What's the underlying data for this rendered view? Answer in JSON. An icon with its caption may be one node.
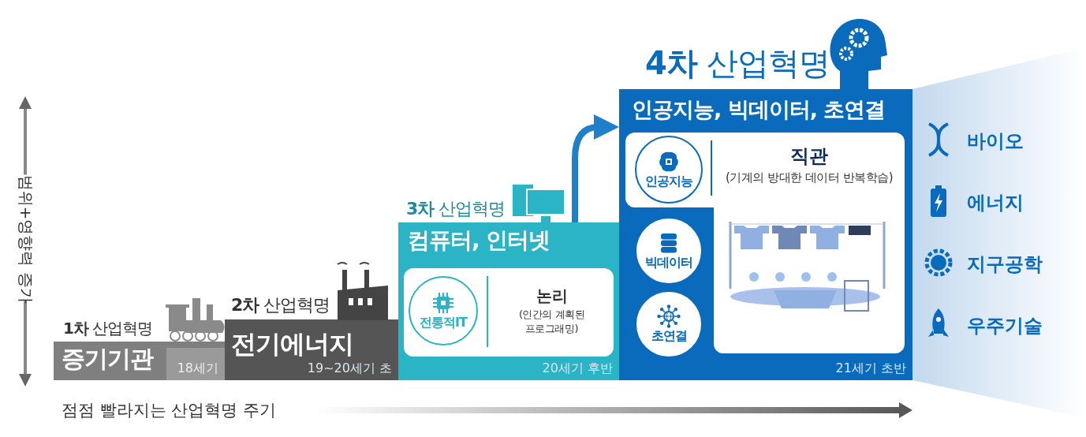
{
  "diagram": {
    "nodes": [
      {
        "text": [
          "**1차** 산업혁명",
          "증기기관",
          "18세기"
        ]
      },
      {
        "text": [
          "**2차** 산업혁명",
          "전기에너지",
          "19~20세기 초"
        ]
      },
      {
        "text": [
          "**3차** 산업혁명",
          "컴퓨터, 인터넷",
          "20세기 후반"
        ]
      },
      {
        "text": [
          "논리",
          "(인간의 계획된 프로그래밍)"
        ],
        "in": 2
      },
      {
        "text": [
          "전통적IT"
        ],
        "in": 3
      },
      {
        "text": [
          "**4차** 산업혁명",
          "인공지능, 빅데이터, 초연결",
          "21세기 초반"
        ]
      },
      {
        "text": [
          "직관",
          "(기계의 방대한 데이터 반복학습)"
        ],
        "in": 5
      },
      {
        "text": [
          "인공지능"
        ],
        "in": 6
      },
      {
        "text": [
          "빅데이터"
        ],
        "in": 5
      },
      {
        "text": [
          "초연결"
        ],
        "in": 5
      }
    ],
    "edges": [
      {
        "from": 2,
        "to": 5,
        "arrow": "to"
      }
    ],
    "labels": [
      "범위+영향력 증가",
      "점점 빨라지는 산업혁명 주기",
      "바이오",
      "에너지",
      "지구공학",
      "우주기술"
    ]
  }
}
